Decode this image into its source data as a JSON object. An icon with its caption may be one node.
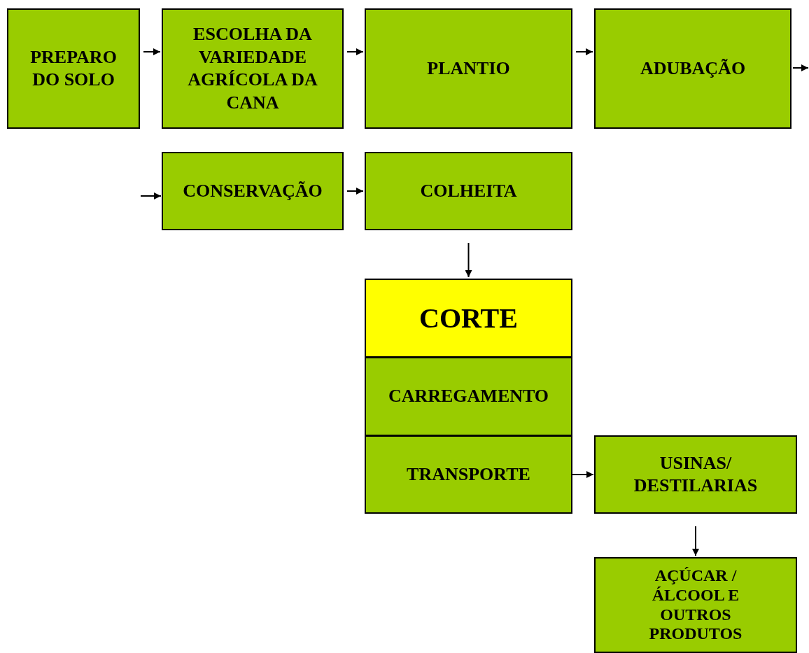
{
  "diagram": {
    "nodes": [
      {
        "text": [
          "PREPARO DO SOLO"
        ]
      },
      {
        "text": [
          "ESCOLHA DA VARIEDADE AGRÍCOLA DA CANA"
        ]
      },
      {
        "text": [
          "PLANTIO"
        ]
      },
      {
        "text": [
          "ADUBAÇÃO"
        ]
      },
      {
        "text": [
          "CONSERVAÇÃO"
        ]
      },
      {
        "text": [
          "COLHEITA"
        ]
      },
      {
        "text": [
          "CORTE"
        ]
      },
      {
        "text": [
          "CARREGAMENTO"
        ]
      },
      {
        "text": [
          "TRANSPORTE"
        ]
      },
      {
        "text": [
          "USINAS/ DESTILARIAS"
        ]
      },
      {
        "text": [
          "AÇÚCAR / ÁLCOOL E OUTROS PRODUTOS"
        ]
      }
    ],
    "edges": [
      {
        "from": 0,
        "to": 1,
        "arrow": "to"
      },
      {
        "from": 1,
        "to": 2,
        "arrow": "to"
      },
      {
        "from": 2,
        "to": 3,
        "arrow": "to"
      },
      {
        "from": 3,
        "to": null,
        "arrow": "to"
      },
      {
        "from": null,
        "to": 4,
        "arrow": "to"
      },
      {
        "from": 4,
        "to": 5,
        "arrow": "to"
      },
      {
        "from": 5,
        "to": 6,
        "arrow": "to"
      },
      {
        "from": 8,
        "to": 9,
        "arrow": "to"
      },
      {
        "from": 9,
        "to": 10,
        "arrow": "to"
      }
    ]
  }
}
